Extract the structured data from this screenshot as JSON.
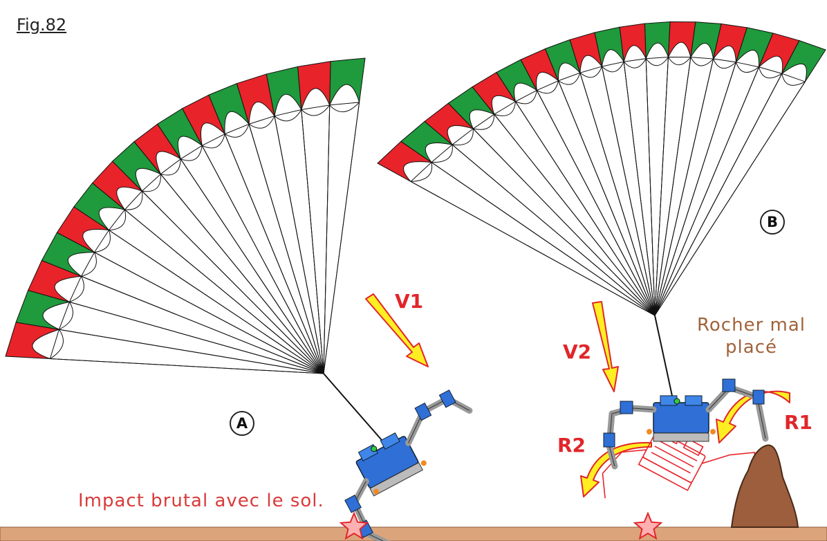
{
  "figure": {
    "label": "Fig.82"
  },
  "scenario_a": {
    "label": "A",
    "vector_label": "V1",
    "caption": "Impact brutal avec le sol."
  },
  "scenario_b": {
    "label": "B",
    "vector_label": "V2",
    "rotation_labels": [
      "R1",
      "R2"
    ],
    "rock_caption_line1": "Rocher mal",
    "rock_caption_line2": "placé"
  },
  "colors": {
    "canopy_red": "#e8232a",
    "canopy_green": "#1f9a3c",
    "arrow_fill": "#ffee22",
    "arrow_outline": "#e0262a",
    "robot_blue": "#2f6fd6",
    "rock_brown": "#9c5e3c",
    "ground": "#dca47a"
  }
}
